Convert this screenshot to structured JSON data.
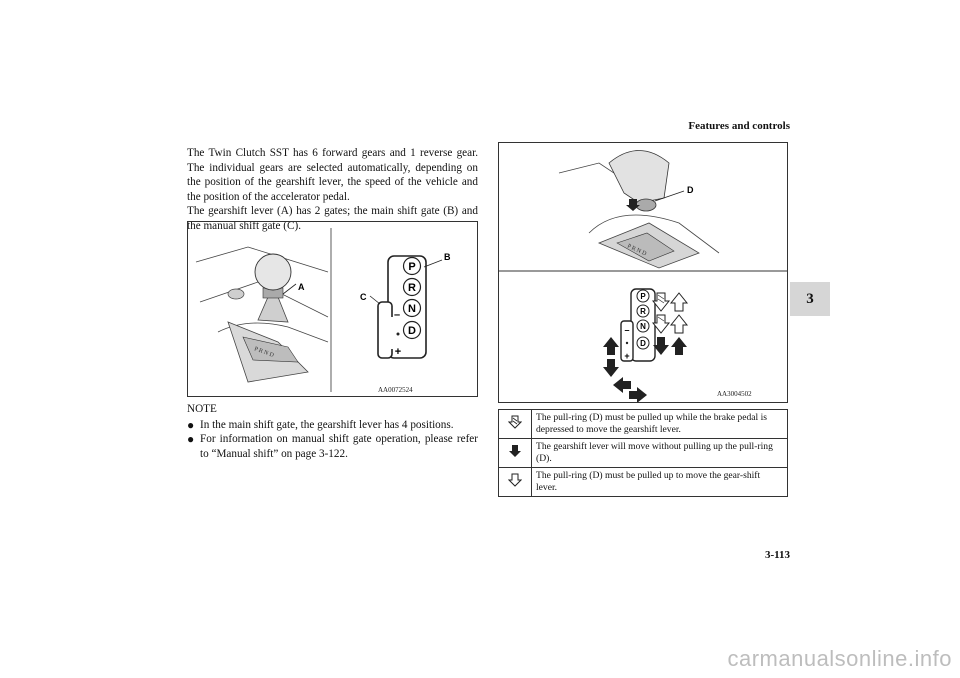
{
  "header": {
    "title": "Features and controls",
    "page_number": "3-113",
    "chapter_tab": "3"
  },
  "body": {
    "paragraphs": [
      "The Twin Clutch SST has 6 forward gears and 1 reverse gear. The individual gears are selected automatically, depending on the position of the gearshift lever, the speed of the vehicle and the position of the accelerator pedal.",
      "The gearshift lever (A) has 2 gates; the main shift gate (B) and the manual shift gate (C)."
    ]
  },
  "figure_left": {
    "code": "AA0072524",
    "labels": {
      "a": "A",
      "b": "B",
      "c": "C"
    },
    "gate": {
      "p": "P",
      "r": "R",
      "n": "N",
      "d": "D",
      "minus": "–",
      "plus": "+"
    }
  },
  "note": {
    "title": "NOTE",
    "items": [
      "In the main shift gate, the gearshift lever has 4 positions.",
      "For information on manual shift gate operation, please refer to “Manual shift” on page 3-122."
    ]
  },
  "figure_right": {
    "code": "AA3004502",
    "labels": {
      "d": "D"
    },
    "gate": {
      "p": "P",
      "r": "R",
      "n": "N",
      "d": "D",
      "minus": "–",
      "plus": "+"
    }
  },
  "legend": {
    "rows": [
      {
        "icon": "hatched-down-arrow-icon",
        "text": "The pull-ring (D) must be pulled up while the brake pedal is depressed to move the gearshift lever."
      },
      {
        "icon": "solid-down-arrow-icon",
        "text": "The gearshift lever will move without pulling up the pull-ring (D)."
      },
      {
        "icon": "outline-down-arrow-icon",
        "text": "The pull-ring (D) must be pulled up to move the gear-shift lever."
      }
    ]
  },
  "watermark": {
    "text": "carmanualsonline.info"
  }
}
